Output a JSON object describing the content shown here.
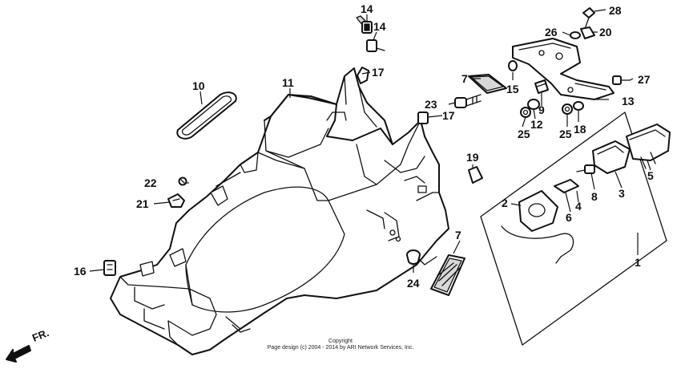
{
  "diagram": {
    "callouts": [
      {
        "id": "c1",
        "label": "1"
      },
      {
        "id": "c2",
        "label": "2"
      },
      {
        "id": "c3",
        "label": "3"
      },
      {
        "id": "c4",
        "label": "4"
      },
      {
        "id": "c5",
        "label": "5"
      },
      {
        "id": "c6",
        "label": "6"
      },
      {
        "id": "c7a",
        "label": "7"
      },
      {
        "id": "c7b",
        "label": "7"
      },
      {
        "id": "c8",
        "label": "8"
      },
      {
        "id": "c9",
        "label": "9"
      },
      {
        "id": "c10",
        "label": "10"
      },
      {
        "id": "c11",
        "label": "11"
      },
      {
        "id": "c12",
        "label": "12"
      },
      {
        "id": "c13",
        "label": "13"
      },
      {
        "id": "c14a",
        "label": "14"
      },
      {
        "id": "c14b",
        "label": "14"
      },
      {
        "id": "c15",
        "label": "15"
      },
      {
        "id": "c16",
        "label": "16"
      },
      {
        "id": "c17a",
        "label": "17"
      },
      {
        "id": "c17b",
        "label": "17"
      },
      {
        "id": "c18",
        "label": "18"
      },
      {
        "id": "c19",
        "label": "19"
      },
      {
        "id": "c20",
        "label": "20"
      },
      {
        "id": "c21",
        "label": "21"
      },
      {
        "id": "c22",
        "label": "22"
      },
      {
        "id": "c23",
        "label": "23"
      },
      {
        "id": "c24",
        "label": "24"
      },
      {
        "id": "c25a",
        "label": "25"
      },
      {
        "id": "c25b",
        "label": "25"
      },
      {
        "id": "c26",
        "label": "26"
      },
      {
        "id": "c27",
        "label": "27"
      },
      {
        "id": "c28",
        "label": "28"
      }
    ],
    "direction_label": "FR.",
    "copyright_line1": "Copyright",
    "copyright_line2": "Page design (c) 2004 - 2014 by ARI Network Services, Inc."
  }
}
